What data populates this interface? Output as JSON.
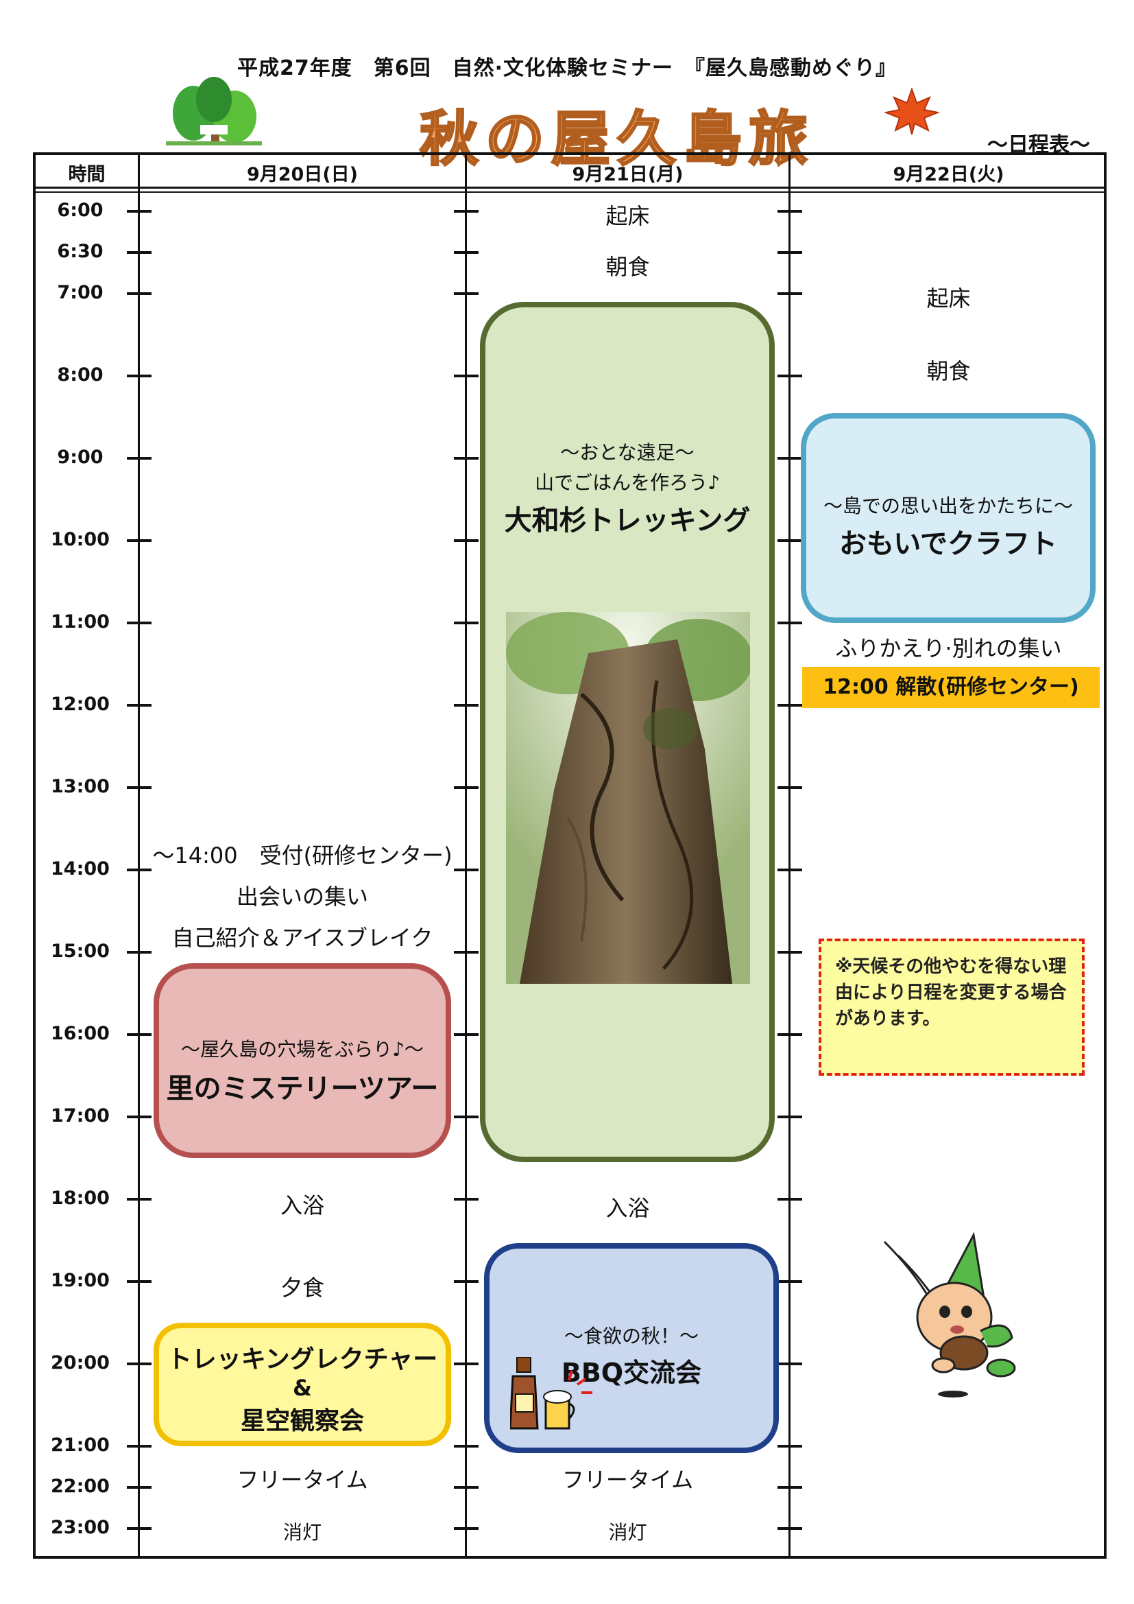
{
  "header": {
    "subtitle": "平成27年度　第6回　自然·文化体験セミナー　『屋久島感動めぐり』",
    "title": "秋の屋久島旅",
    "schedule_label": "～日程表～"
  },
  "table": {
    "time_header": "時間",
    "days": [
      "9月20日(日)",
      "9月21日(月)",
      "9月22日(火)"
    ]
  },
  "times": [
    "6:00",
    "6:30",
    "7:00",
    "8:00",
    "9:00",
    "10:00",
    "11:00",
    "12:00",
    "13:00",
    "14:00",
    "15:00",
    "16:00",
    "17:00",
    "18:00",
    "19:00",
    "20:00",
    "21:00",
    "22:00",
    "23:00"
  ],
  "day1": {
    "reception": "～14:00　受付(研修センター)",
    "meeting": "出会いの集い",
    "icebreak": "自己紹介＆アイスブレイク",
    "tour": {
      "sub": "～屋久島の穴場をぶらり♪～",
      "title": "里のミステリーツアー"
    },
    "bath": "入浴",
    "dinner": "夕食",
    "lecture": {
      "line1": "トレッキングレクチャー",
      "line2": "&",
      "line3": "星空観察会"
    },
    "free": "フリータイム",
    "lights_out": "消灯"
  },
  "day2": {
    "wake": "起床",
    "breakfast": "朝食",
    "trek": {
      "sub1": "～おとな遠足～",
      "sub2": "山でごはんを作ろう♪",
      "title": "大和杉トレッキング"
    },
    "bath": "入浴",
    "bbq": {
      "sub": "～食欲の秋！～",
      "title": "BBQ交流会"
    },
    "free": "フリータイム",
    "lights_out": "消灯"
  },
  "day3": {
    "wake": "起床",
    "breakfast": "朝食",
    "craft": {
      "sub": "～島での思い出をかたちに～",
      "title": "おもいでクラフト"
    },
    "reflection": "ふりかえり·別れの集い",
    "dismissal": "12:00 解散(研修センター)",
    "notice": "※天候その他やむを得ない理由により日程を変更する場合があります。"
  },
  "colors": {
    "title_fill": "#f6a25c",
    "trek_border": "#556b2f",
    "trek_fill": "#d9e7c3",
    "tour_border": "#b5504e",
    "tour_fill": "#e8b9b6",
    "craft_border": "#52a7c8",
    "craft_fill": "#d8edf6",
    "lecture_border": "#f2c000",
    "lecture_fill": "#fff89c",
    "bbq_border": "#1f3f8a",
    "bbq_fill": "#c9d8ef",
    "dismissal_fill": "#fcbf12",
    "notice_border": "#e0231b",
    "notice_fill": "#fefca0"
  },
  "icons": [
    "trees-icon",
    "maple-leaf-icon",
    "cedar-tree-photo",
    "beer-icon",
    "mascot-icon"
  ]
}
